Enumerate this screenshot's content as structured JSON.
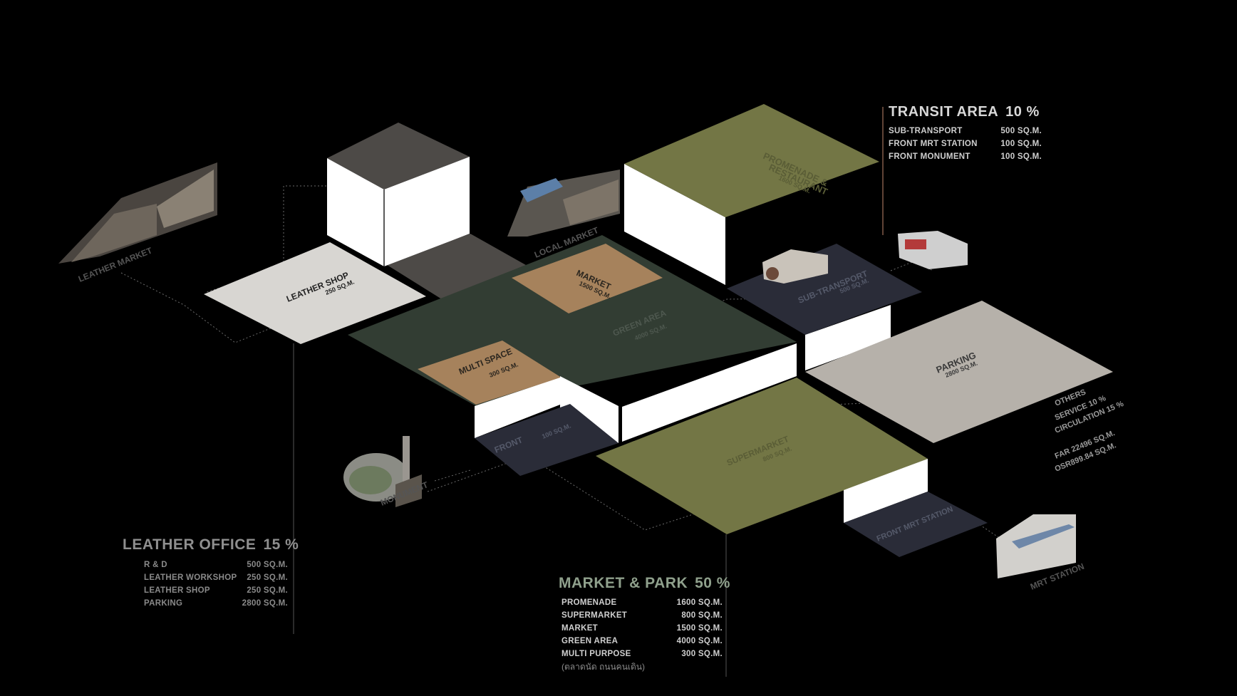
{
  "colors": {
    "background": "#000000",
    "green_area": "#323d33",
    "market_orange": "#a6825c",
    "olive": "#737645",
    "light_grey": "#d8d6d2",
    "parking_grey": "#b6b1aa",
    "dark_slate": "#2a2c38",
    "box_white": "#ffffff",
    "roof_dark": "#4d4a47",
    "transit_divider": "#c0876b"
  },
  "transit": {
    "title": "TRANSIT AREA",
    "percent": "10 %",
    "rows": [
      {
        "label": "SUB-TRANSPORT",
        "value": "500 SQ.M."
      },
      {
        "label": "FRONT MRT STATION",
        "value": "100 SQ.M."
      },
      {
        "label": "FRONT MONUMENT",
        "value": "100 SQ.M."
      }
    ]
  },
  "office": {
    "title": "LEATHER OFFICE",
    "percent": "15 %",
    "rows": [
      {
        "label": "R & D",
        "value": "500 SQ.M."
      },
      {
        "label": "LEATHER WORKSHOP",
        "value": "250 SQ.M."
      },
      {
        "label": "LEATHER SHOP",
        "value": "250 SQ.M."
      },
      {
        "label": "PARKING",
        "value": "2800 SQ.M."
      }
    ]
  },
  "park": {
    "title": "MARKET & PARK",
    "percent": "50 %",
    "rows": [
      {
        "label": "PROMENADE",
        "value": "1600 SQ.M."
      },
      {
        "label": "SUPERMARKET",
        "value": "800 SQ.M."
      },
      {
        "label": "MARKET",
        "value": "1500 SQ.M."
      },
      {
        "label": "GREEN AREA",
        "value": "4000 SQ.M."
      },
      {
        "label": "MULTI PURPOSE",
        "value": "300 SQ.M."
      }
    ],
    "note": "(ตลาดนัด ถนนคนเดิน)"
  },
  "zones": {
    "promenade": {
      "name": "PROMENADE &",
      "name2": "RESTAURANT",
      "area": "1600 SQ.M."
    },
    "market": {
      "name": "MARKET",
      "area": "1500 SQ.M."
    },
    "green": {
      "name": "GREEN AREA",
      "area": "4000 SQ.M."
    },
    "multi": {
      "name": "MULTI SPACE",
      "area": "300 SQ.M."
    },
    "leather_shop": {
      "name": "LEATHER SHOP",
      "area": "250 SQ.M."
    },
    "sub_transport": {
      "name": "SUB-TRANSPORT",
      "area": "500 SQ.M."
    },
    "parking": {
      "name": "PARKING",
      "area": "2800 SQ.M."
    },
    "supermarket": {
      "name": "SUPERMARKET",
      "area": "800 SQ.M."
    },
    "front": {
      "name": "FRONT",
      "area": "100 SQ.M."
    },
    "front_mrt": {
      "name": "FRONT MRT STATION"
    }
  },
  "photo_labels": {
    "leather_market": "LEATHER MARKET",
    "local_market": "LOCAL MARKET",
    "monument": "MONUMENT",
    "mrt_station": "MRT STATION"
  },
  "others": {
    "heading": "OTHERS",
    "service": "SERVICE 10 %",
    "circulation": "CIRCULATION 15 %",
    "far": "FAR 22496 SQ.M.",
    "osr": "OSR899.84 SQ.M."
  }
}
